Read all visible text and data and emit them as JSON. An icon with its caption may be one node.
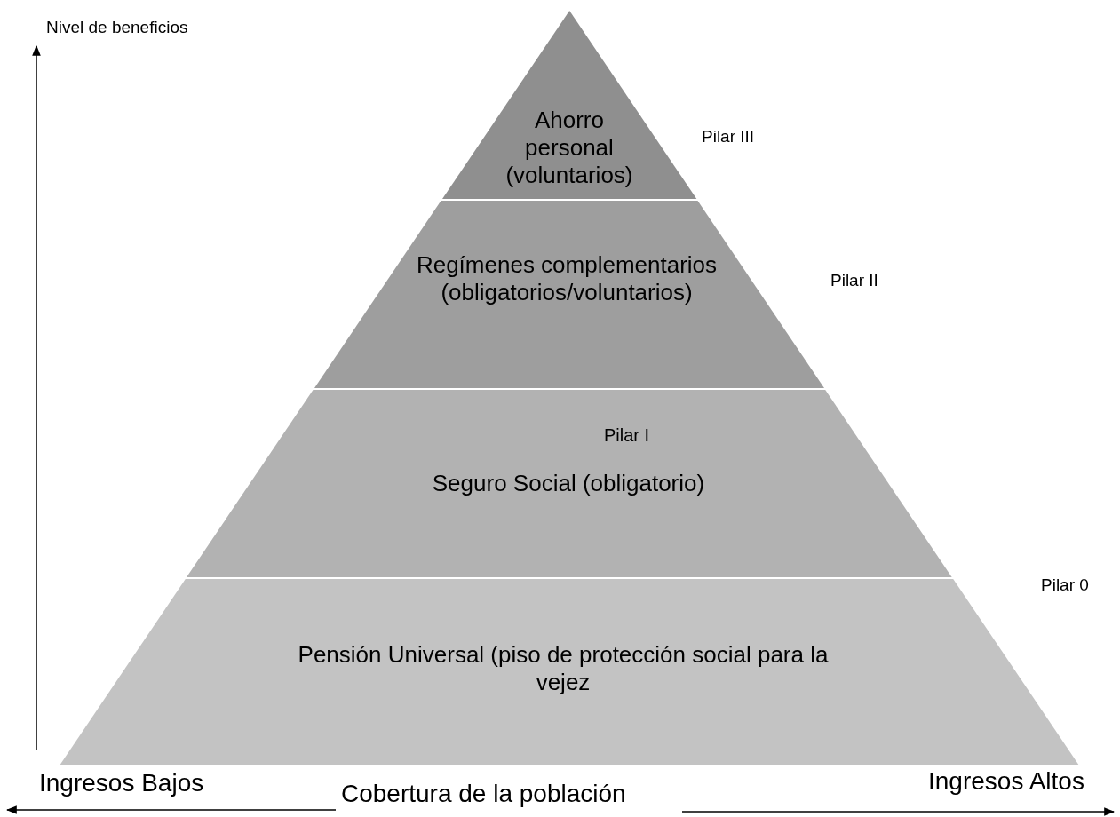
{
  "diagram": {
    "nodes": [
      {
        "text": [
          "Ahorro personal (voluntarios)"
        ],
        "beside": [
          "Pilar III"
        ]
      },
      {
        "text": [
          "Regímenes complementarios (obligatorios/voluntarios)"
        ],
        "beside": [
          "Pilar II"
        ]
      },
      {
        "text": [
          "Pilar I",
          "Seguro Social (obligatorio)"
        ]
      },
      {
        "text": [
          "Pensión Universal (piso de protección social para la vejez"
        ],
        "beside": [
          "Pilar 0"
        ]
      }
    ],
    "labels": [
      "Nivel de beneficios",
      "Ingresos Bajos",
      "Cobertura de la población",
      "Ingresos Altos"
    ]
  }
}
